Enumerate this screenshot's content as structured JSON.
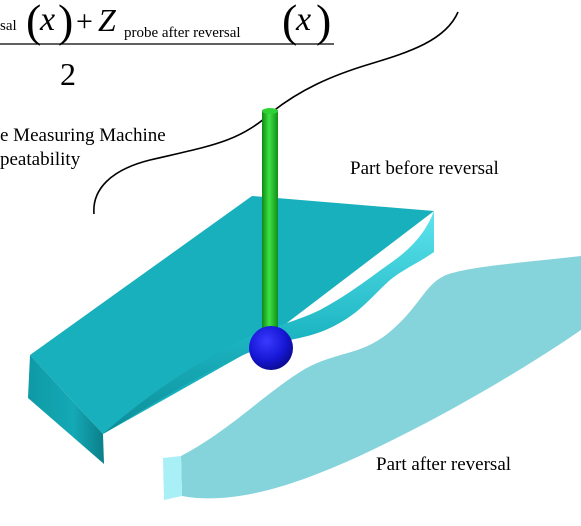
{
  "formula": {
    "numerator_prefix": "sal",
    "paren_open": "(",
    "paren_close": ")",
    "variable": "x",
    "plus": "+",
    "z_symbol": "Z",
    "subscript": "probe after reversal",
    "denominator": "2"
  },
  "labels": {
    "machine_line1": "e Measuring Machine",
    "machine_line2": "peatability",
    "part_before": "Part before reversal",
    "part_after": "Part after reversal"
  },
  "colors": {
    "part_before_top": "#19b3bf",
    "part_before_front": "#0fa2ad",
    "part_before_curve": "#33cdd9",
    "part_after": "#86d4db",
    "part_after_edge": "#a9f0f6",
    "probe_stylus": "#22c82a",
    "probe_ball": "#1a1adf"
  }
}
